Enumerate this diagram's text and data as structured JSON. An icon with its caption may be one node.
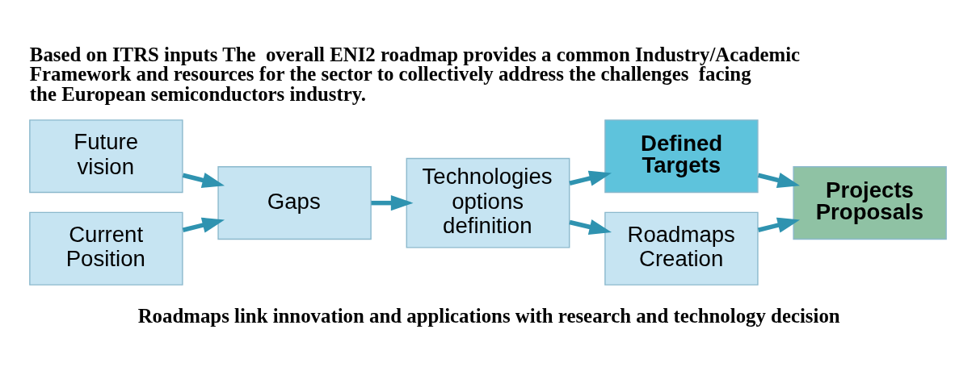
{
  "diagram": {
    "title": "Based on ITRS inputs The  overall ENI2 roadmap provides a common Industry/Academic Framework and resources for the sector to collectively address the challenges  facing the European semiconductors industry.",
    "caption": "Roadmaps link innovation and applications with research and technology decision",
    "nodes": [
      {
        "text": [
          "Current Position"
        ]
      },
      {
        "text": [
          "Future vision"
        ]
      },
      {
        "text": [
          "Gaps"
        ]
      },
      {
        "text": [
          "Technologies options definition"
        ]
      },
      {
        "text": [
          "Roadmaps Creation"
        ]
      },
      {
        "text": [
          "Defined Targets"
        ]
      },
      {
        "text": [
          "Projects Proposals"
        ]
      }
    ],
    "edges": [
      {
        "from": 0,
        "to": 2,
        "arrow": "to"
      },
      {
        "from": 1,
        "to": 2,
        "arrow": "to"
      },
      {
        "from": 2,
        "to": 3,
        "arrow": "to"
      },
      {
        "from": 3,
        "to": 4,
        "arrow": "to"
      },
      {
        "from": 3,
        "to": 5,
        "arrow": "to"
      },
      {
        "from": 4,
        "to": 6,
        "arrow": "to"
      },
      {
        "from": 5,
        "to": 6,
        "arrow": "to"
      }
    ]
  }
}
